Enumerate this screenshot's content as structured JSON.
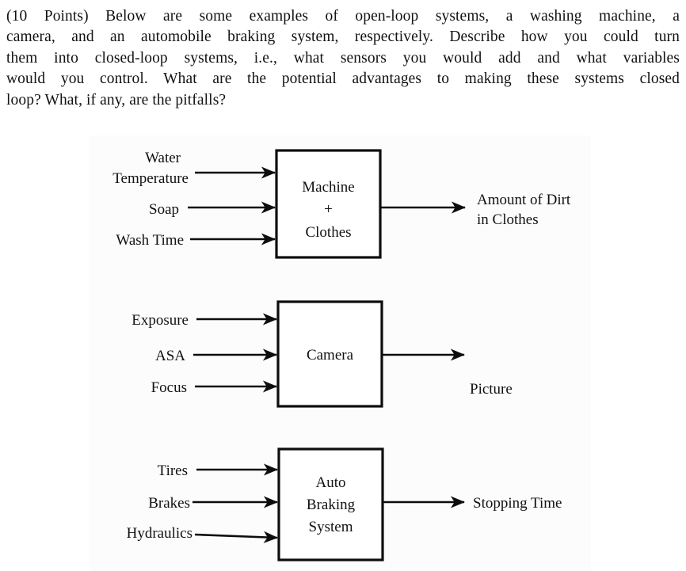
{
  "question": {
    "points_prefix": "(10 Points)",
    "lines": [
      "(10 Points) Below are some examples of open-loop systems, a washing machine, a",
      "camera, and an automobile braking system, respectively. Describe how you could turn",
      "them into closed-loop systems, i.e., what sensors you would add and what variables",
      "would you control. What are the potential advantages to making these systems closed",
      "loop? What, if any, are the pitfalls?"
    ],
    "full_text": "(10 Points) Below are some examples of open-loop systems, a washing machine, a camera, and an automobile braking system, respectively. Describe how you could turn them into closed-loop systems, i.e., what sensors you would add and what variables would you control. What are the potential advantages to making these systems closed loop? What, if any, are the pitfalls?"
  },
  "figure": {
    "background_color": "#fcfcfc",
    "line_color": "#0d0d0d",
    "diagrams": [
      {
        "id": "washing-machine",
        "block_lines": [
          "Machine",
          "+",
          "Clothes"
        ],
        "inputs": [
          {
            "label_lines": [
              "Water",
              "Temperature"
            ]
          },
          {
            "label_lines": [
              "Soap"
            ]
          },
          {
            "label_lines": [
              "Wash Time"
            ]
          }
        ],
        "outputs": [
          {
            "label_lines": [
              "Amount of Dirt",
              "in Clothes"
            ]
          }
        ]
      },
      {
        "id": "camera",
        "block_lines": [
          "Camera"
        ],
        "inputs": [
          {
            "label_lines": [
              "Exposure"
            ]
          },
          {
            "label_lines": [
              "ASA"
            ]
          },
          {
            "label_lines": [
              "Focus"
            ]
          }
        ],
        "outputs": [
          {
            "label_lines": [
              "Picture"
            ]
          }
        ]
      },
      {
        "id": "auto-braking",
        "block_lines": [
          "Auto",
          "Braking",
          "System"
        ],
        "inputs": [
          {
            "label_lines": [
              "Tires"
            ]
          },
          {
            "label_lines": [
              "Brakes"
            ]
          },
          {
            "label_lines": [
              "Hydraulics"
            ]
          }
        ],
        "outputs": [
          {
            "label_lines": [
              "Stopping Time"
            ]
          }
        ]
      }
    ]
  }
}
